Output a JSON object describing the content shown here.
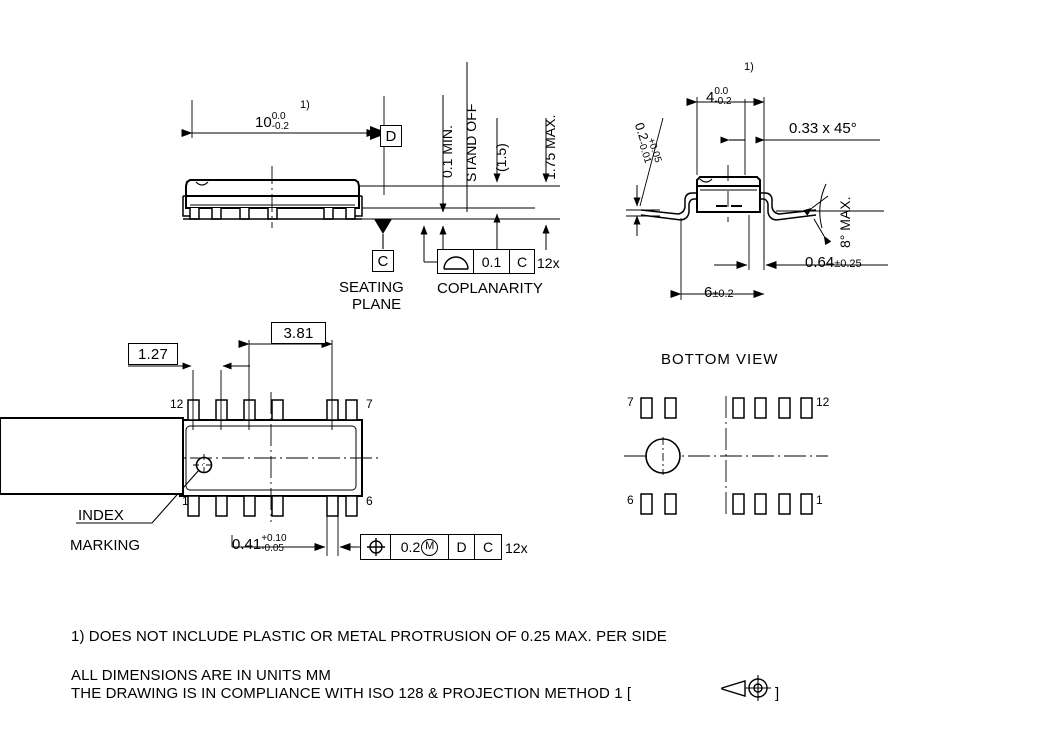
{
  "drawing": {
    "type": "mechanical-package-outline",
    "units_note": "ALL DIMENSIONS ARE IN UNITS MM",
    "standard_note": "THE DRAWING IS IN COMPLIANCE WITH ISO 128 & PROJECTION METHOD 1 [",
    "standard_note_tail": "]",
    "footnote_1": "1) DOES NOT INCLUDE PLASTIC OR METAL PROTRUSION OF 0.25 MAX. PER SIDE",
    "line_color": "#000000",
    "background": "#ffffff"
  },
  "side_view": {
    "length_dim": {
      "value": "10",
      "tol_upper": "0.0",
      "tol_lower": "-0.2",
      "footnote": "1)"
    },
    "datum_d": "D",
    "datum_c": "C",
    "seating_plane_line1": "SEATING",
    "seating_plane_line2": "PLANE",
    "standoff_min": "0.1 MIN.",
    "standoff_label": "STAND OFF",
    "body_thickness_ref": "(1.5)",
    "overall_height": "1.75 MAX.",
    "coplanarity": {
      "symbol": "profile-arc-icon",
      "tolerance": "0.1",
      "datum": "C",
      "qty": "12x",
      "label": "COPLANARITY"
    }
  },
  "end_view": {
    "body_width_dim": {
      "value": "4",
      "tol_upper": "0.0",
      "tol_lower": "-0.2",
      "footnote": "1)"
    },
    "chamfer": "0.33 x 45°",
    "lead_thickness": {
      "value": "0.2",
      "tol_upper": "+0.05",
      "tol_lower": "-0.01"
    },
    "lead_angle": "8° MAX.",
    "lead_foot": {
      "value": "0.64",
      "tol": "±0.25"
    },
    "span_dim": {
      "value": "6",
      "tol": "±0.2"
    }
  },
  "top_view": {
    "pitch_basic": "1.27",
    "span_basic": "3.81",
    "pin_top_left": "12",
    "pin_top_right": "7",
    "pin_bottom_left": "1",
    "pin_bottom_right": "6",
    "index_marking_line1": "INDEX",
    "index_marking_line2": "MARKING",
    "lead_width": {
      "value": "0.41",
      "tol_upper": "+0.10",
      "tol_lower": "-0.05"
    },
    "position_frame": {
      "symbol": "true-position-icon",
      "tolerance": "0.2",
      "modifier": "M",
      "datum_primary": "D",
      "datum_secondary": "C",
      "qty": "12x"
    }
  },
  "bottom_view": {
    "title": "BOTTOM VIEW",
    "pin_top_left": "7",
    "pin_top_right": "12",
    "pin_bottom_left": "6",
    "pin_bottom_right": "1"
  }
}
